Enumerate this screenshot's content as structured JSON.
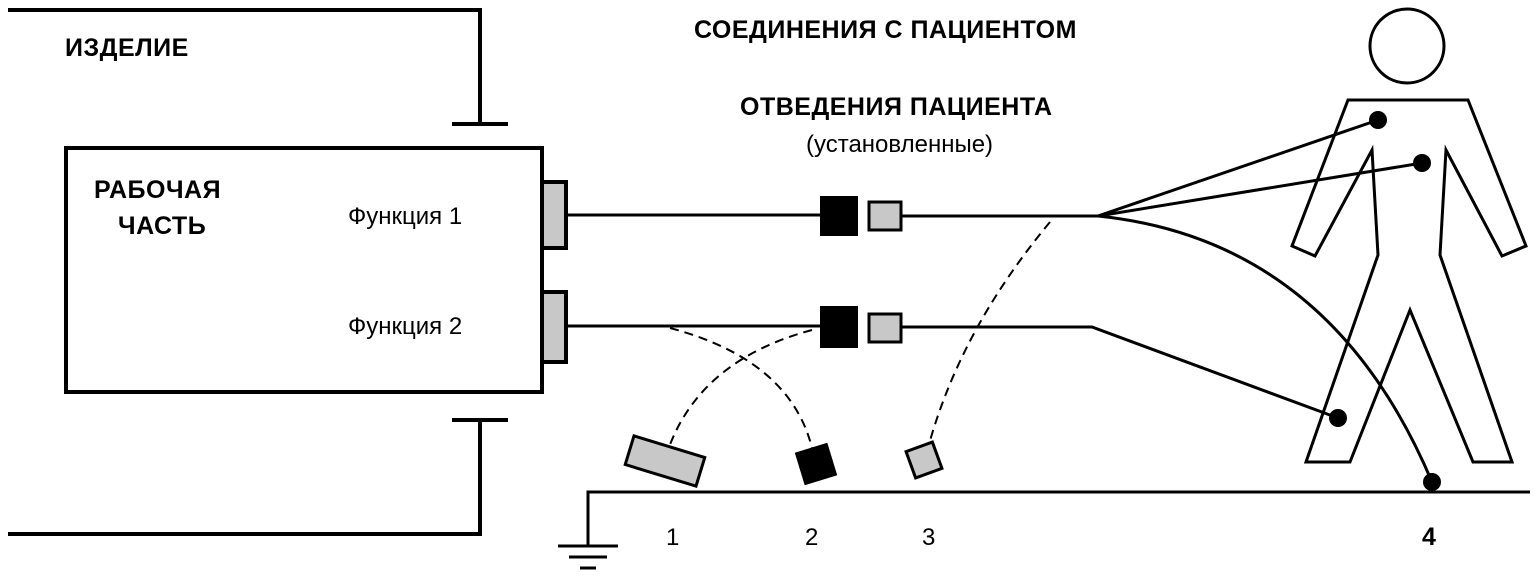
{
  "device": {
    "label": "ИЗДЕЛИЕ",
    "applied_part_line1": "РАБОЧАЯ",
    "applied_part_line2": "ЧАСТЬ",
    "function1": "Функция 1",
    "function2": "Функция 2"
  },
  "patient": {
    "title": "СОЕДИНЕНИЯ С ПАЦИЕНТОМ",
    "leads_title": "ОТВЕДЕНИЯ ПАЦИЕНТА",
    "leads_subtitle": "(установленные)"
  },
  "ground_markers": {
    "m1": "1",
    "m2": "2",
    "m3": "3",
    "m4": "4"
  },
  "colors": {
    "line": "#000000",
    "connector_fill": "#c8c8c8",
    "plug_fill": "#000000",
    "background": "#ffffff"
  }
}
